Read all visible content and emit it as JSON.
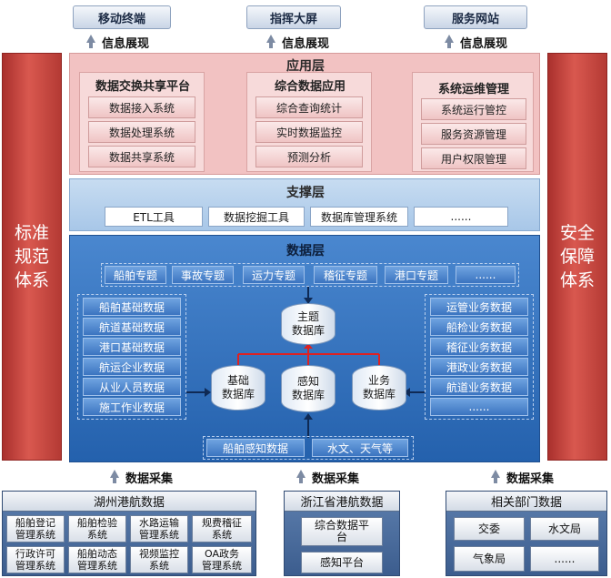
{
  "top_channels": [
    "移动终端",
    "指挥大屏",
    "服务网站"
  ],
  "info_label": "信息展现",
  "pillars": {
    "left": [
      "标准",
      "规范",
      "体系"
    ],
    "right": [
      "安全",
      "保障",
      "体系"
    ]
  },
  "app_layer": {
    "title": "应用层",
    "groups": [
      {
        "title": "数据交换共享平台",
        "items": [
          "数据接入系统",
          "数据处理系统",
          "数据共享系统"
        ]
      },
      {
        "title": "综合数据应用",
        "items": [
          "综合查询统计",
          "实时数据监控",
          "预测分析"
        ]
      },
      {
        "title": "系统运维管理",
        "items": [
          "系统运行管控",
          "服务资源管理",
          "用户权限管理"
        ]
      }
    ]
  },
  "support_layer": {
    "title": "支撑层",
    "items": [
      "ETL工具",
      "数据挖掘工具",
      "数据库管理系统",
      "......"
    ]
  },
  "data_layer": {
    "title": "数据层",
    "topics": [
      "船舶专题",
      "事故专题",
      "运力专题",
      "稽征专题",
      "港口专题",
      "......"
    ],
    "left_items": [
      "船舶基础数据",
      "航道基础数据",
      "港口基础数据",
      "航运企业数据",
      "从业人员数据",
      "施工作业数据"
    ],
    "right_items": [
      "运管业务数据",
      "船检业务数据",
      "稽征业务数据",
      "港政业务数据",
      "航道业务数据",
      "......"
    ],
    "theme_db": [
      "主题",
      "数据库"
    ],
    "dbs": [
      [
        "基础",
        "数据库"
      ],
      [
        "感知",
        "数据库"
      ],
      [
        "业务",
        "数据库"
      ]
    ],
    "bottom_items": [
      "船舶感知数据",
      "水文、天气等"
    ]
  },
  "collect_label": "数据采集",
  "sources": [
    {
      "title": "湖州港航数据",
      "items": [
        [
          "船舶登记",
          "管理系统"
        ],
        [
          "船舶检验",
          "系统"
        ],
        [
          "水路运输",
          "管理系统"
        ],
        [
          "规费稽征",
          "系统"
        ],
        [
          "行政许可",
          "管理系统"
        ],
        [
          "船舶动态",
          "管理系统"
        ],
        [
          "视频监控",
          "系统"
        ],
        [
          "OA政务",
          "管理系统"
        ]
      ]
    },
    {
      "title": "浙江省港航数据",
      "items": [
        [
          "综合数据平",
          "台"
        ],
        [
          "感知平台"
        ]
      ]
    },
    {
      "title": "相关部门数据",
      "items": [
        [
          "交委"
        ],
        [
          "水文局"
        ],
        [
          "气象局"
        ],
        [
          "......"
        ]
      ]
    }
  ]
}
